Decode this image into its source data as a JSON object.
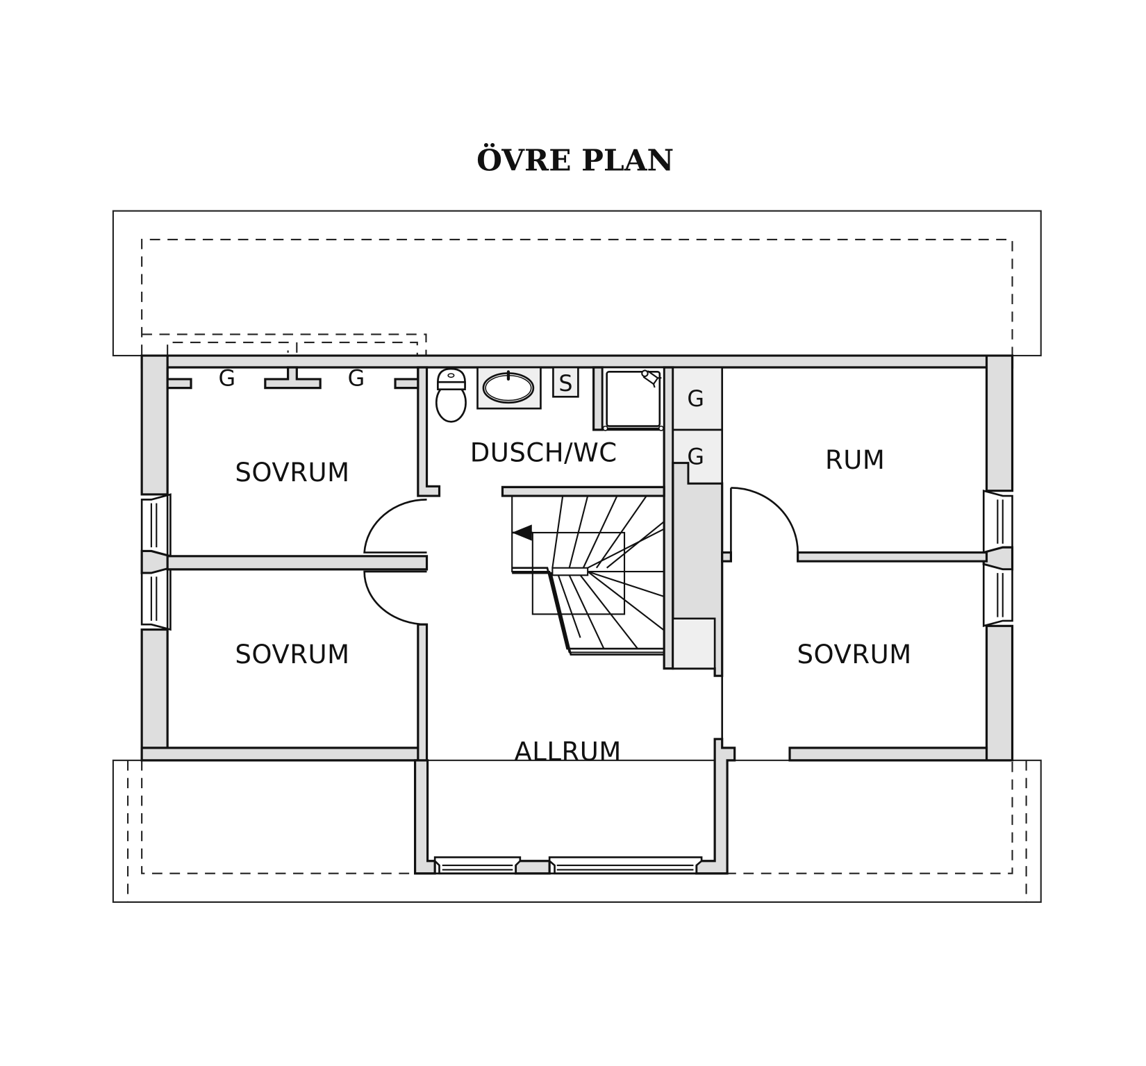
{
  "plan": {
    "title": "ÖVRE PLAN",
    "rooms": [
      {
        "id": "sovrum-nw",
        "label": "SOVRUM"
      },
      {
        "id": "sovrum-sw",
        "label": "SOVRUM"
      },
      {
        "id": "dusch-wc",
        "label": "DUSCH/WC"
      },
      {
        "id": "rum",
        "label": "RUM"
      },
      {
        "id": "sovrum-e",
        "label": "SOVRUM"
      },
      {
        "id": "allrum",
        "label": "ALLRUM"
      }
    ],
    "closets": [
      {
        "id": "closet-1",
        "label": "G"
      },
      {
        "id": "closet-2",
        "label": "G"
      },
      {
        "id": "closet-3",
        "label": "G"
      },
      {
        "id": "closet-4",
        "label": "G"
      }
    ],
    "storage": {
      "label": "S"
    },
    "colors": {
      "wall_fill": "#dedede",
      "line": "#111111",
      "fixture_fill": "#efefef",
      "background": "#ffffff"
    }
  }
}
